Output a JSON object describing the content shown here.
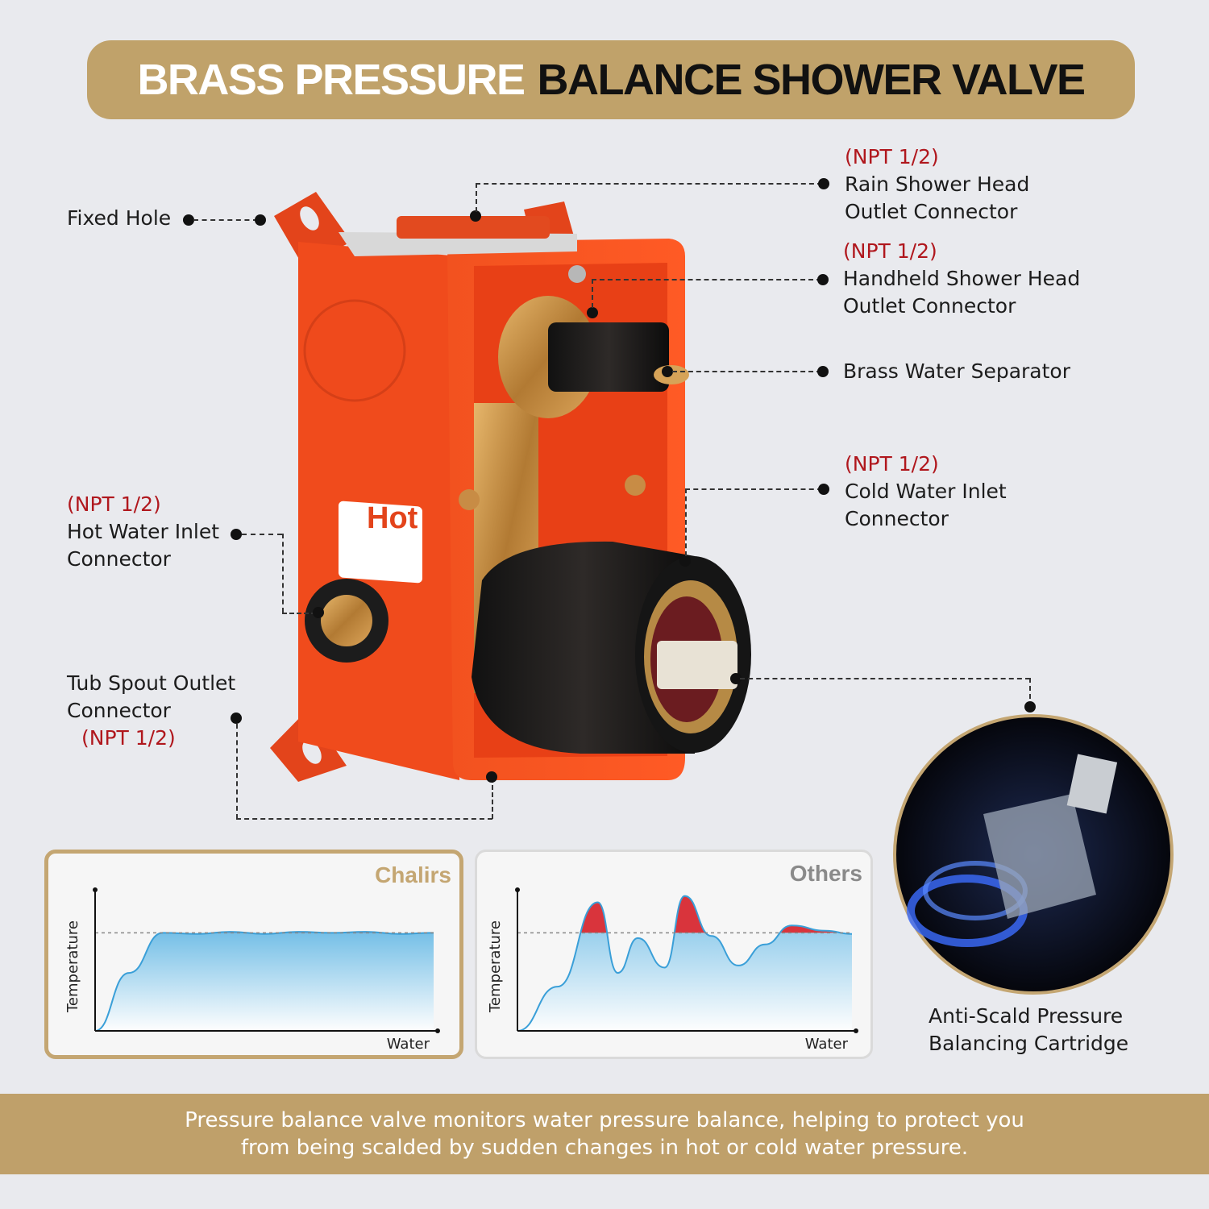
{
  "title": {
    "part1": "BRASS PRESSURE",
    "part2": "BALANCE SHOWER VALVE"
  },
  "labels": {
    "fixed_hole": "Fixed Hole",
    "rain": {
      "npt": "(NPT 1/2)",
      "line1": "Rain Shower Head",
      "line2": "Outlet Connector"
    },
    "handheld": {
      "npt": "(NPT 1/2)",
      "line1": "Handheld Shower Head",
      "line2": "Outlet Connector"
    },
    "separator": "Brass Water Separator",
    "cold": {
      "npt": "(NPT 1/2)",
      "line1": "Cold Water Inlet",
      "line2": "Connector"
    },
    "hot": {
      "npt": "(NPT 1/2)",
      "line1": "Hot Water Inlet",
      "line2": "Connector"
    },
    "tub": {
      "line1": "Tub Spout Outlet",
      "line2": "Connector",
      "npt": "(NPT 1/2)"
    }
  },
  "product": {
    "hot_tag": "Hot"
  },
  "cartridge": {
    "line1": "Anti-Scald Pressure",
    "line2": "Balancing Cartridge"
  },
  "chart_data": [
    {
      "type": "area",
      "title": "Chalirs",
      "xlabel": "Water",
      "ylabel": "Temperature",
      "x": [
        0,
        0.1,
        0.2,
        0.3,
        0.4,
        0.5,
        0.6,
        0.7,
        0.8,
        0.9,
        1.0
      ],
      "y": [
        0,
        0.55,
        0.93,
        0.92,
        0.94,
        0.92,
        0.94,
        0.93,
        0.94,
        0.92,
        0.93
      ],
      "reference_level": 0.93
    },
    {
      "type": "area",
      "title": "Others",
      "xlabel": "Water",
      "ylabel": "Temperature",
      "x": [
        0,
        0.12,
        0.24,
        0.3,
        0.36,
        0.44,
        0.5,
        0.58,
        0.66,
        0.74,
        0.82,
        0.92,
        1.0
      ],
      "y": [
        0,
        0.42,
        1.22,
        0.55,
        0.88,
        0.6,
        1.28,
        0.9,
        0.62,
        0.82,
        1.0,
        0.95,
        0.92
      ],
      "reference_level": 0.93
    }
  ],
  "footer": {
    "line1": "Pressure balance valve monitors water pressure balance, helping to protect you",
    "line2": "from being scalded by sudden changes in hot or cold water pressure."
  },
  "colors": {
    "gold": "#c0a26a",
    "valve_orange": "#f4471c",
    "npt_red": "#b0171d",
    "water_blue": "#5db5e4",
    "spike_red": "#d9343c"
  }
}
